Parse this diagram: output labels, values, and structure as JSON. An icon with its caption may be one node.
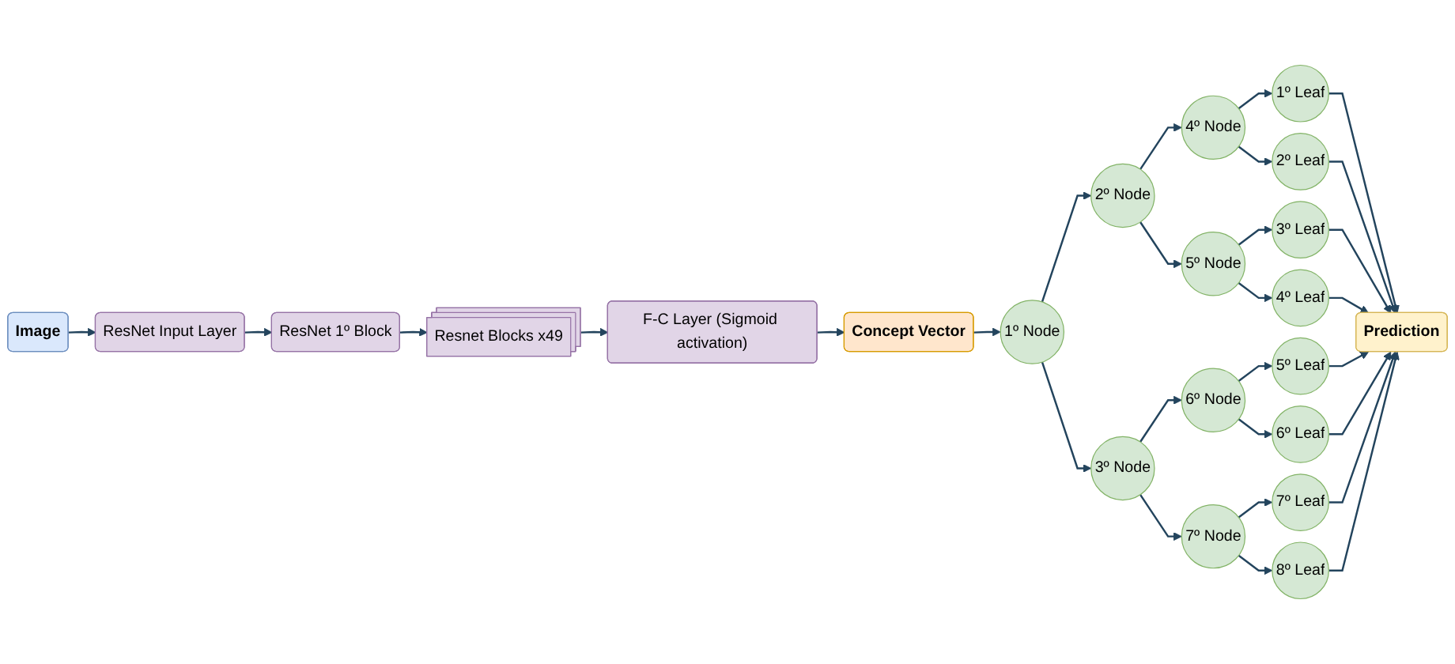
{
  "diagram": {
    "nodes": [
      {
        "text": [
          "Image"
        ]
      },
      {
        "text": [
          "ResNet Input Layer"
        ]
      },
      {
        "text": [
          "ResNet 1º Block"
        ]
      },
      {
        "text": [
          "Resnet Blocks x49"
        ]
      },
      {
        "text": [
          "F-C Layer (Sigmoid activation)"
        ]
      },
      {
        "text": [
          "Concept Vector"
        ]
      },
      {
        "text": [
          "1º Node"
        ]
      },
      {
        "text": [
          "2º Node"
        ]
      },
      {
        "text": [
          "3º Node"
        ]
      },
      {
        "text": [
          "4º Node"
        ]
      },
      {
        "text": [
          "5º Node"
        ]
      },
      {
        "text": [
          "6º Node"
        ]
      },
      {
        "text": [
          "7º Node"
        ]
      },
      {
        "text": [
          "1º Leaf"
        ]
      },
      {
        "text": [
          "2º Leaf"
        ]
      },
      {
        "text": [
          "3º Leaf"
        ]
      },
      {
        "text": [
          "4º Leaf"
        ]
      },
      {
        "text": [
          "5º Leaf"
        ]
      },
      {
        "text": [
          "6º Leaf"
        ]
      },
      {
        "text": [
          "7º Leaf"
        ]
      },
      {
        "text": [
          "8º Leaf"
        ]
      },
      {
        "text": [
          "Prediction"
        ]
      }
    ],
    "edges": [
      {
        "from": 0,
        "to": 1,
        "arrow": "to"
      },
      {
        "from": 1,
        "to": 2,
        "arrow": "to"
      },
      {
        "from": 2,
        "to": 3,
        "arrow": "to"
      },
      {
        "from": 3,
        "to": 4,
        "arrow": "to"
      },
      {
        "from": 4,
        "to": 5,
        "arrow": "to"
      },
      {
        "from": 5,
        "to": 6,
        "arrow": "to"
      },
      {
        "from": 6,
        "to": 7,
        "arrow": "to"
      },
      {
        "from": 6,
        "to": 8,
        "arrow": "to"
      },
      {
        "from": 7,
        "to": 9,
        "arrow": "to"
      },
      {
        "from": 7,
        "to": 10,
        "arrow": "to"
      },
      {
        "from": 8,
        "to": 11,
        "arrow": "to"
      },
      {
        "from": 8,
        "to": 12,
        "arrow": "to"
      },
      {
        "from": 9,
        "to": 13,
        "arrow": "to"
      },
      {
        "from": 9,
        "to": 14,
        "arrow": "to"
      },
      {
        "from": 10,
        "to": 15,
        "arrow": "to"
      },
      {
        "from": 10,
        "to": 16,
        "arrow": "to"
      },
      {
        "from": 11,
        "to": 17,
        "arrow": "to"
      },
      {
        "from": 11,
        "to": 18,
        "arrow": "to"
      },
      {
        "from": 12,
        "to": 19,
        "arrow": "to"
      },
      {
        "from": 12,
        "to": 20,
        "arrow": "to"
      },
      {
        "from": 13,
        "to": 21,
        "arrow": "to"
      },
      {
        "from": 14,
        "to": 21,
        "arrow": "to"
      },
      {
        "from": 15,
        "to": 21,
        "arrow": "to"
      },
      {
        "from": 16,
        "to": 21,
        "arrow": "to"
      },
      {
        "from": 17,
        "to": 21,
        "arrow": "to"
      },
      {
        "from": 18,
        "to": 21,
        "arrow": "to"
      },
      {
        "from": 19,
        "to": 21,
        "arrow": "to"
      },
      {
        "from": 20,
        "to": 21,
        "arrow": "to"
      }
    ]
  }
}
